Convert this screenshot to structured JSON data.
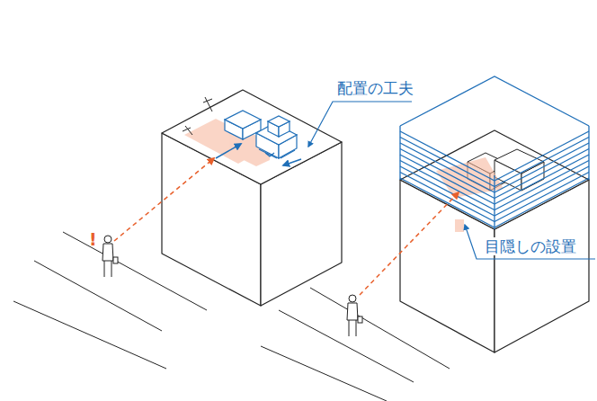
{
  "diagram": {
    "labels": [
      "配置の工夫",
      "目隠しの設置",
      "!"
    ]
  }
}
